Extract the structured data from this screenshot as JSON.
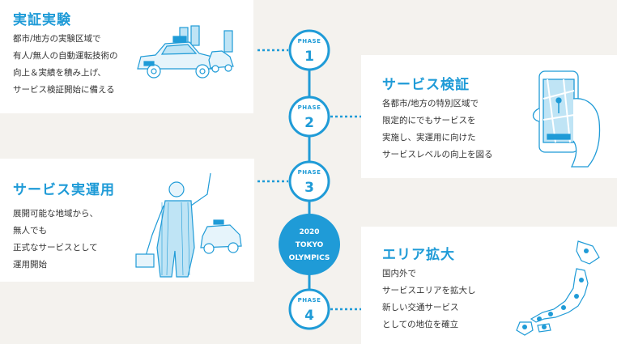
{
  "cards": [
    {
      "title": "実証実験",
      "lines": [
        "都市/地方の実験区域で",
        "有人/無人の自動運転技術の",
        "向上＆実績を積み上げ、",
        "サービス検証開始に備える"
      ]
    },
    {
      "title": "サービス検証",
      "lines": [
        "各都市/地方の特別区域で",
        "限定的にでもサービスを",
        "実施し、実運用に向けた",
        "サービスレベルの向上を図る"
      ]
    },
    {
      "title": "サービス実運用",
      "lines": [
        "展開可能な地域から、",
        "無人でも",
        "正式なサービスとして",
        "運用開始"
      ]
    },
    {
      "title": "エリア拡大",
      "lines": [
        "国内外で",
        "サービスエリアを拡大し",
        "新しい交通サービス",
        "としての地位を確立"
      ]
    }
  ],
  "phases": [
    {
      "label": "PHASE",
      "number": "1"
    },
    {
      "label": "PHASE",
      "number": "2"
    },
    {
      "label": "PHASE",
      "number": "3"
    },
    {
      "label": "PHASE",
      "number": "4"
    }
  ],
  "olympics": {
    "line1": "2020",
    "line2": "TOKYO",
    "line3": "OLYMPICS"
  },
  "colors": {
    "accent": "#1f9bd7",
    "background": "#f4f2ee",
    "card": "#ffffff"
  },
  "icons": [
    "taxi-illustration-icon",
    "smartphone-map-icon",
    "businessman-hailing-taxi-icon",
    "japan-map-icon"
  ]
}
